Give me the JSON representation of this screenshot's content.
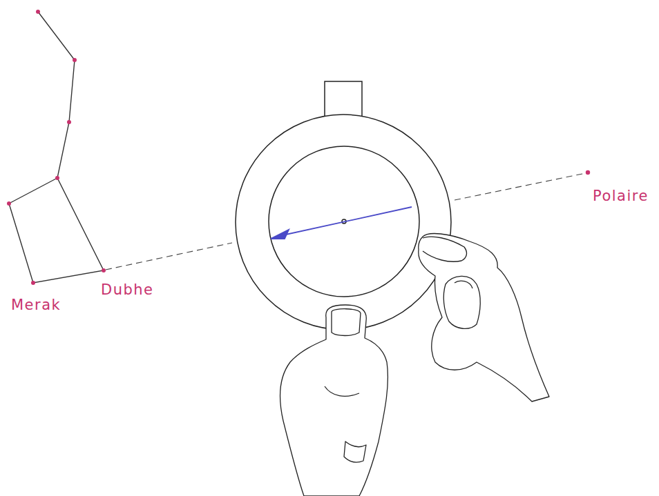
{
  "diagram": {
    "labels": [
      "Merak",
      "Dubhe",
      "Polaire"
    ]
  }
}
